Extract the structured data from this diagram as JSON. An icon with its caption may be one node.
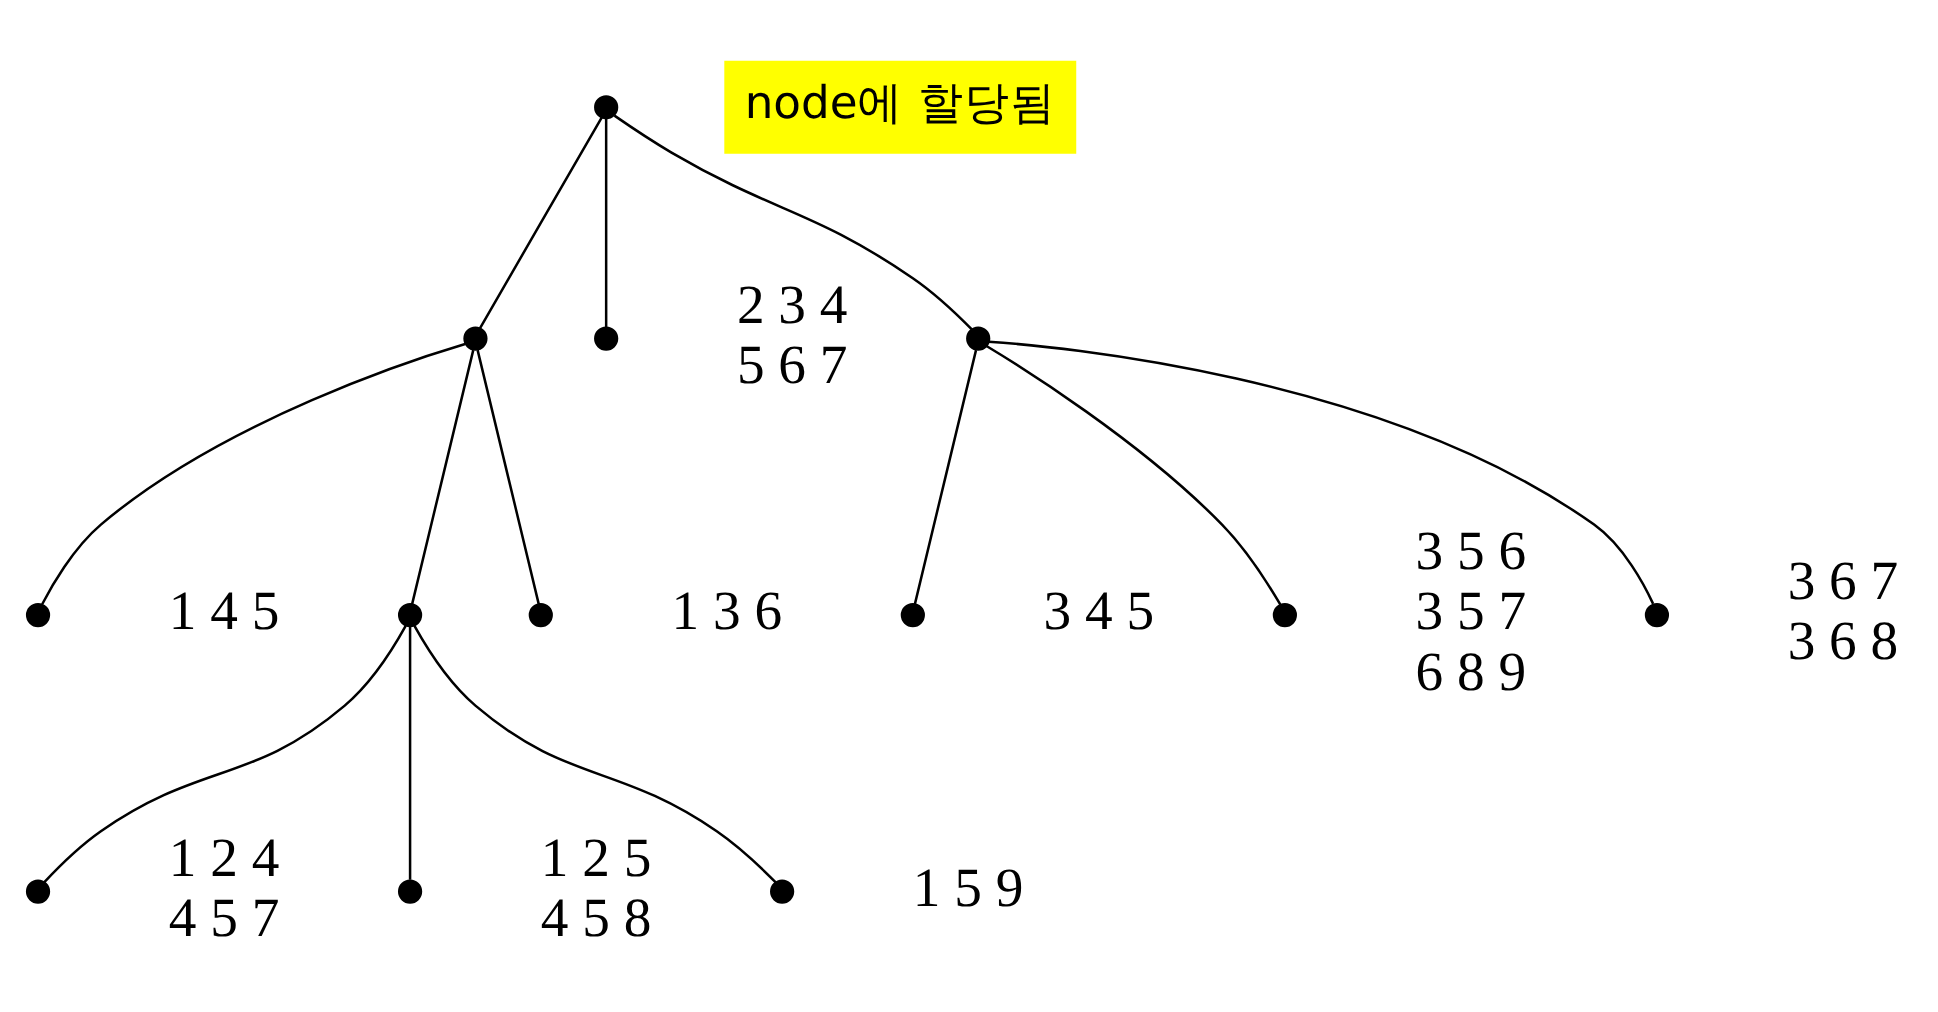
{
  "diagram": {
    "nodes": [
      {
        "text": [],
        "shape": "circle"
      },
      {
        "text": [],
        "shape": "circle"
      },
      {
        "text": [],
        "shape": "circle",
        "beside": [
          "2 3 4",
          "5 6 7"
        ]
      },
      {
        "text": [],
        "shape": "circle"
      },
      {
        "text": [],
        "shape": "circle",
        "beside": [
          "1 4 5"
        ]
      },
      {
        "text": [],
        "shape": "circle"
      },
      {
        "text": [],
        "shape": "circle",
        "beside": [
          "1 3 6"
        ]
      },
      {
        "text": [],
        "shape": "circle",
        "beside": [
          "3 4 5"
        ]
      },
      {
        "text": [],
        "shape": "circle",
        "beside": [
          "3 5 6",
          "3 5 7",
          "6 8 9"
        ]
      },
      {
        "text": [],
        "shape": "circle",
        "beside": [
          "3 6 7",
          "3 6 8"
        ]
      },
      {
        "text": [],
        "shape": "circle",
        "beside": [
          "1 2 4",
          "4 5 7"
        ]
      },
      {
        "text": [],
        "shape": "circle",
        "beside": [
          "1 2 5",
          "4 5 8"
        ]
      },
      {
        "text": [],
        "shape": "circle",
        "beside": [
          "1 5 9"
        ]
      }
    ],
    "edges": [
      {
        "from": 0,
        "to": 1,
        "arrow": "none"
      },
      {
        "from": 0,
        "to": 2,
        "arrow": "none"
      },
      {
        "from": 0,
        "to": 3,
        "arrow": "none"
      },
      {
        "from": 1,
        "to": 4,
        "arrow": "none"
      },
      {
        "from": 1,
        "to": 5,
        "arrow": "none"
      },
      {
        "from": 1,
        "to": 6,
        "arrow": "none"
      },
      {
        "from": 3,
        "to": 7,
        "arrow": "none"
      },
      {
        "from": 3,
        "to": 8,
        "arrow": "none"
      },
      {
        "from": 3,
        "to": 9,
        "arrow": "none"
      },
      {
        "from": 5,
        "to": 10,
        "arrow": "none"
      },
      {
        "from": 5,
        "to": 11,
        "arrow": "none"
      },
      {
        "from": 5,
        "to": 12,
        "arrow": "none"
      }
    ],
    "labels": [
      "node에 할당됨"
    ]
  }
}
